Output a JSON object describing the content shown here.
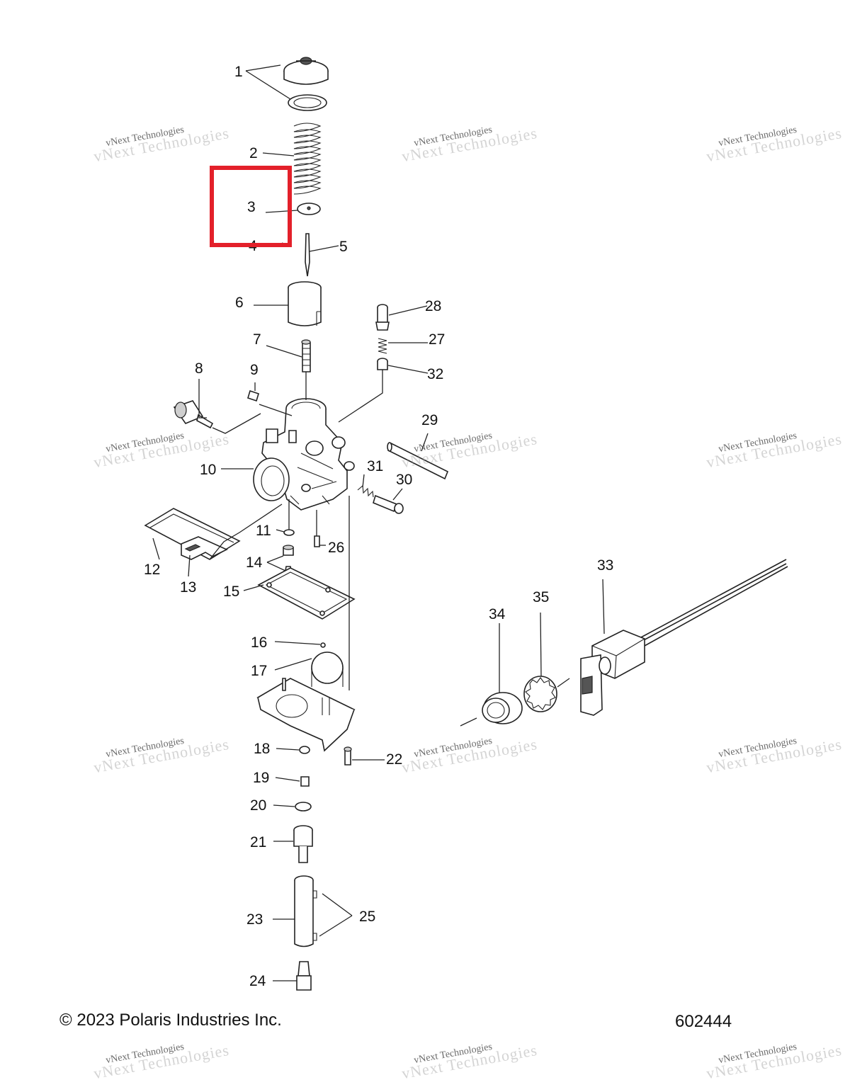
{
  "callouts": {
    "c1": "1",
    "c2": "2",
    "c3": "3",
    "c4": "4",
    "c5": "5",
    "c6": "6",
    "c7": "7",
    "c8": "8",
    "c9": "9",
    "c10": "10",
    "c11": "11",
    "c12": "12",
    "c13": "13",
    "c14": "14",
    "c15": "15",
    "c16": "16",
    "c17": "17",
    "c18": "18",
    "c19": "19",
    "c20": "20",
    "c21": "21",
    "c22": "22",
    "c23": "23",
    "c24": "24",
    "c25": "25",
    "c26": "26",
    "c27": "27",
    "c28": "28",
    "c29": "29",
    "c30": "30",
    "c31": "31",
    "c32": "32",
    "c33": "33",
    "c34": "34",
    "c35": "35"
  },
  "footer": {
    "copyright": "© 2023 Polaris Industries Inc.",
    "diagram_number": "602444"
  },
  "watermark": {
    "line1": "vNext Technologies",
    "line2": "vNext Technologies"
  },
  "highlight": {
    "color": "#e3202a",
    "item": "3"
  }
}
